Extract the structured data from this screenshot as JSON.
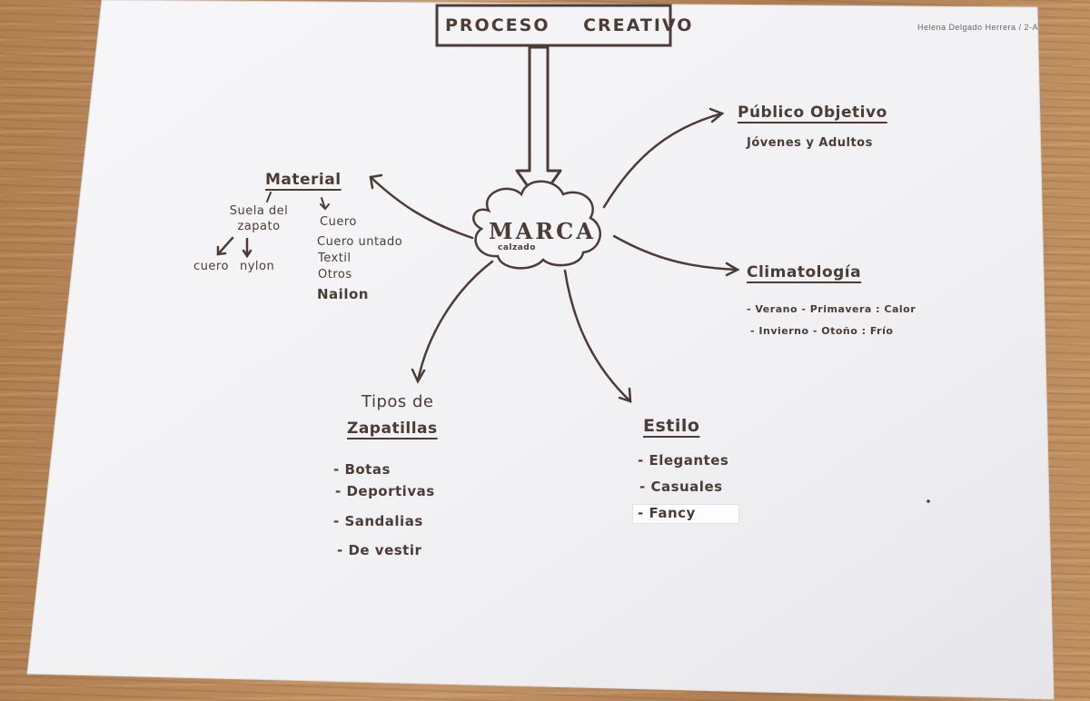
{
  "title": "PROCESO CREATIVO",
  "author": "Helena Delgado Herrera / 2-A",
  "center": {
    "label": "MARCA",
    "sublabel": "calzado"
  },
  "material": {
    "heading": "Material",
    "sole_label": "Suela del zapato",
    "sole_options": [
      "cuero",
      "nylon"
    ],
    "items": [
      "Cuero",
      "Cuero untado",
      "Textil",
      "Otros",
      "Nailon"
    ]
  },
  "publico": {
    "heading": "Público Objetivo",
    "text": "Jóvenes y Adultos"
  },
  "climatologia": {
    "heading": "Climatología",
    "items": [
      "- Verano - Primavera : Calor",
      "- Invierno - Otoño : Frío"
    ]
  },
  "tipos": {
    "heading_line1": "Tipos de",
    "heading_line2": "Zapatillas",
    "items": [
      "- Botas",
      "- Deportivas",
      "- Sandalias",
      "- De vestir"
    ]
  },
  "estilo": {
    "heading": "Estilo",
    "items": [
      "- Elegantes",
      "- Casuales",
      "- Fancy"
    ]
  },
  "colors": {
    "ink": "#4b3c36",
    "paper": "#f4f4f6",
    "desk": "#b8875a"
  }
}
